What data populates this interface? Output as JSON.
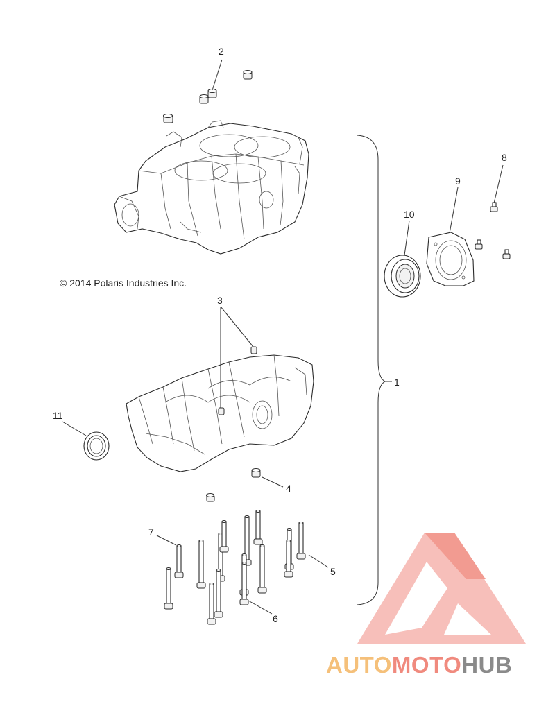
{
  "copyright": "© 2014 Polaris Industries Inc.",
  "callouts": [
    {
      "id": "c1",
      "label": "1"
    },
    {
      "id": "c2",
      "label": "2"
    },
    {
      "id": "c3",
      "label": "3"
    },
    {
      "id": "c4",
      "label": "4"
    },
    {
      "id": "c5",
      "label": "5"
    },
    {
      "id": "c6",
      "label": "6"
    },
    {
      "id": "c7",
      "label": "7"
    },
    {
      "id": "c8",
      "label": "8"
    },
    {
      "id": "c9",
      "label": "9"
    },
    {
      "id": "c10",
      "label": "10"
    },
    {
      "id": "c11",
      "label": "11"
    }
  ],
  "watermark": {
    "part1": "AUTO",
    "part2": "MOTO",
    "part3": "HUB",
    "colors": {
      "auto": "#f5c07a",
      "moto": "#f08a7e",
      "hub": "#8a8a8a",
      "logo": "#f4a6a0"
    }
  }
}
